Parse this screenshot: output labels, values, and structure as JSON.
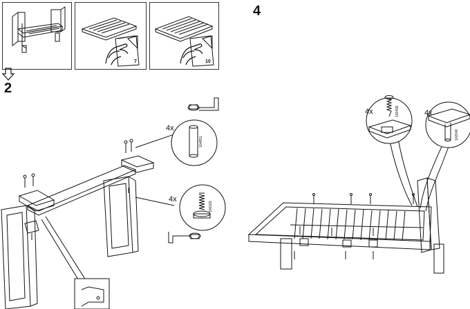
{
  "prior_steps": {
    "frames": [
      {
        "id": "overview",
        "page_ref": ""
      },
      {
        "id": "frame-a",
        "page_ref": "7"
      },
      {
        "id": "frame-b",
        "page_ref": "10"
      }
    ]
  },
  "step2": {
    "number": "2",
    "callouts": [
      {
        "quantity": "4x",
        "part_number": "104851"
      },
      {
        "quantity": "4x",
        "part_number": "100165"
      }
    ]
  },
  "step4": {
    "number": "4",
    "callouts": [
      {
        "quantity": "4x",
        "part_number": "100408"
      },
      {
        "quantity": "4x",
        "part_number": "102646"
      }
    ]
  },
  "colors": {
    "line": "#111111",
    "background": "#ffffff"
  },
  "icons": [
    "down-arrow-icon",
    "hand-icon",
    "page-flip-icon",
    "screw-icon",
    "dowel-icon",
    "cam-bolt-icon"
  ]
}
